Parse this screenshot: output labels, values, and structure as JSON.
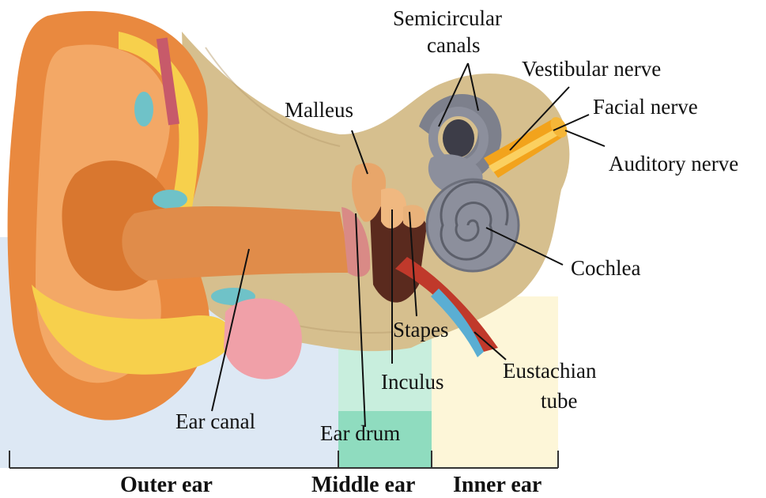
{
  "labels": {
    "semicircular_canals_line1": "Semicircular",
    "semicircular_canals_line2": "canals",
    "vestibular_nerve": "Vestibular nerve",
    "facial_nerve": "Facial nerve",
    "auditory_nerve": "Auditory nerve",
    "malleus": "Malleus",
    "cochlea": "Cochlea",
    "stapes": "Stapes",
    "eustachian_tube_line1": "Eustachian",
    "eustachian_tube_line2": "tube",
    "inculus": "Inculus",
    "ear_canal": "Ear canal",
    "ear_drum": "Ear drum"
  },
  "sections": {
    "outer_ear": "Outer ear",
    "middle_ear": "Middle ear",
    "inner_ear": "Inner ear"
  },
  "colors": {
    "outer_region": "#dde8f4",
    "middle_region": "#c8eedd",
    "middle_region_bottom": "#8fdcbf",
    "inner_region": "#fdf6d8",
    "skin": "#e9893f",
    "skin_light": "#f3a866",
    "bone": "#d6bf8e",
    "fat": "#f7d04c",
    "cochlea": "#8c8f9c",
    "nerve": "#f2a31c",
    "tube_red": "#c0392b",
    "tube_blue": "#5aaed3"
  }
}
